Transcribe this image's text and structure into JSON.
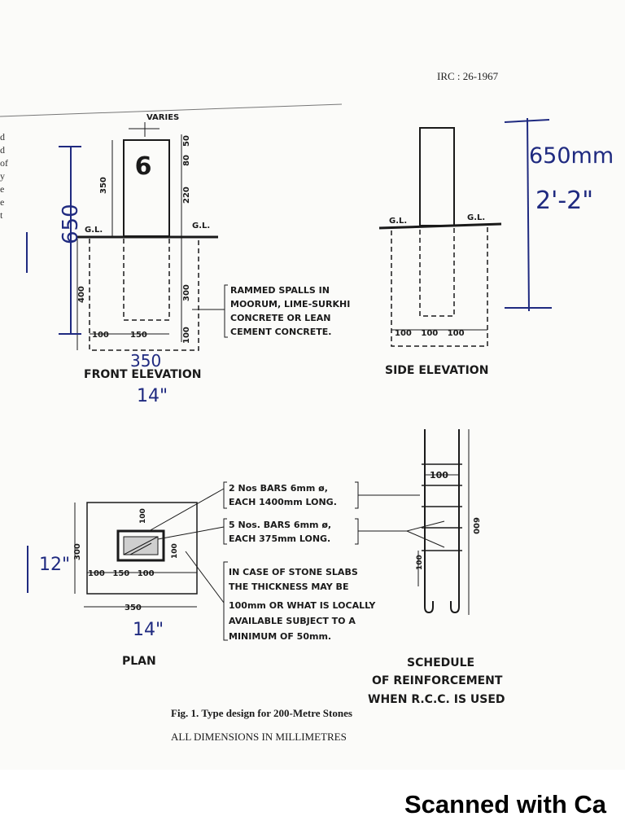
{
  "header": {
    "doc_code": "IRC : 26-1967"
  },
  "edge_text": [
    "d",
    "d",
    "of",
    "y",
    "e",
    "e",
    "t"
  ],
  "front_elevation": {
    "title": "FRONT ELEVATION",
    "stone_number": "6",
    "varies_label": "VARIES",
    "gl_left": "G.L.",
    "gl_right": "G.L.",
    "dim_350": "350",
    "dim_220": "220",
    "dim_80": "80",
    "dim_50": "50",
    "dim_300": "300",
    "dim_100_right": "100",
    "dim_400": "400",
    "dim_bottom": "100",
    "dim_bottom_mid": "150",
    "hand_width": "350",
    "hand_width_in": "14\"",
    "hand_height": "650"
  },
  "side_elevation": {
    "title": "SIDE ELEVATION",
    "gl_left": "G.L.",
    "gl_right": "G.L.",
    "dims": "100 100 100",
    "hand_mm": "650mm",
    "hand_ft": "2'-2\""
  },
  "note_base": [
    "RAMMED SPALLS IN",
    "MOORUM, LIME-SURKHI",
    "CONCRETE OR LEAN",
    "CEMENT CONCRETE."
  ],
  "plan": {
    "title": "PLAN",
    "dim_100_top": "100",
    "dim_300": "300",
    "dim_100_right": "100",
    "dims_bottom": "100 150 100",
    "dim_350": "350",
    "hand_in_w": "14\"",
    "hand_in_h": "12\""
  },
  "bars_note_1": [
    "2 Nos BARS 6mm ø,",
    "EACH 1400mm LONG."
  ],
  "bars_note_2": [
    "5 Nos. BARS 6mm ø,",
    "EACH 375mm LONG."
  ],
  "slab_note": [
    "IN CASE OF STONE SLABS",
    "THE THICKNESS MAY BE",
    "100mm OR WHAT IS LOCALLY",
    "AVAILABLE SUBJECT TO A",
    "MINIMUM OF 50mm."
  ],
  "schedule": {
    "title_lines": [
      "SCHEDULE",
      "OF REINFORCEMENT",
      "WHEN R.C.C. IS USED"
    ],
    "dim_100": "100",
    "dim_600": "600",
    "dim_100_side": "100"
  },
  "caption": {
    "line1": "Fig. 1.   Type design for 200-Metre Stones",
    "line2": "ALL DIMENSIONS IN MILLIMETRES"
  },
  "footer": {
    "scan_banner": "Scanned with Ca"
  },
  "colors": {
    "ink": "#1a1a1a",
    "handwriting": "#1f2a80",
    "paper": "#fbfbf9"
  }
}
